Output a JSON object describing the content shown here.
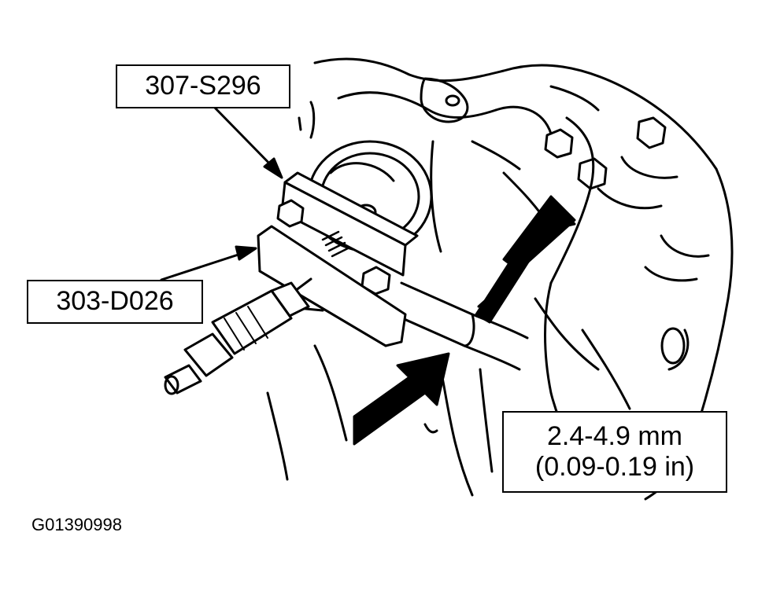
{
  "labels": {
    "tool_a": "307-S296",
    "tool_b": "303-D026"
  },
  "specification": {
    "metric": "2.4-4.9 mm",
    "imperial": "(0.09-0.19 in)"
  },
  "figure_id": "G01390998",
  "colors": {
    "line": "#000000",
    "background": "#ffffff"
  }
}
